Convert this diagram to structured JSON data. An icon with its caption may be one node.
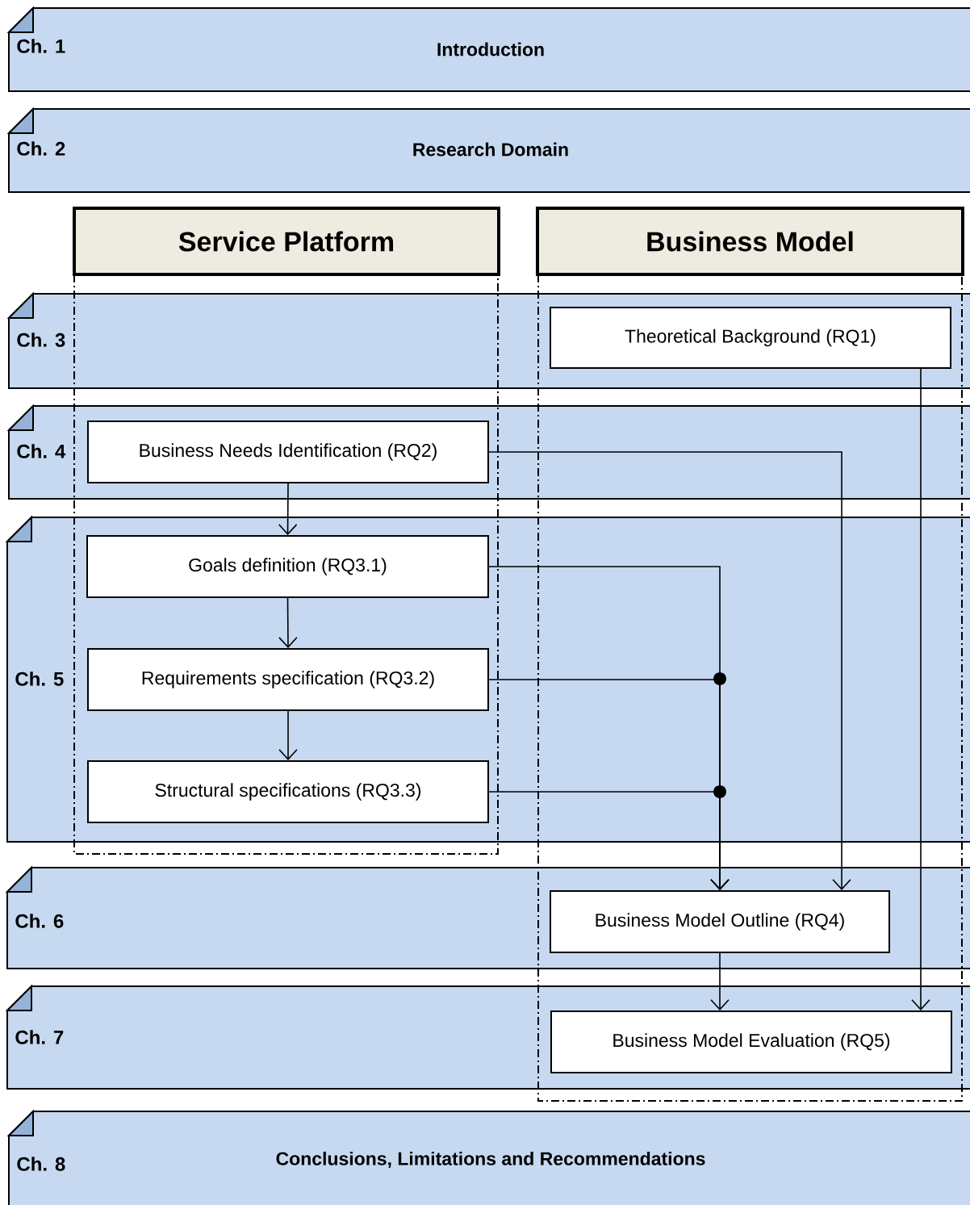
{
  "diagram": {
    "nodes": [
      {
        "text": [
          "Ch. 1",
          "Introduction"
        ]
      },
      {
        "text": [
          "Ch. 2",
          "Research Domain"
        ]
      },
      {
        "text": [
          "Service Platform"
        ]
      },
      {
        "text": [
          "Business Model"
        ]
      },
      {
        "text": [
          "Ch. 3"
        ]
      },
      {
        "text": [
          "Theoretical Background (RQ1)"
        ],
        "in": 4
      },
      {
        "text": [
          "Ch. 4"
        ]
      },
      {
        "text": [
          "Business Needs Identification (RQ2)"
        ],
        "in": 6
      },
      {
        "text": [
          "Ch. 5"
        ]
      },
      {
        "text": [
          "Goals definition (RQ3.1)"
        ],
        "in": 8
      },
      {
        "text": [
          "Requirements specification (RQ3.2)"
        ],
        "in": 8
      },
      {
        "text": [
          "Structural specifications (RQ3.3)"
        ],
        "in": 8
      },
      {
        "text": [
          "Ch. 6"
        ]
      },
      {
        "text": [
          "Business Model Outline (RQ4)"
        ],
        "in": 12
      },
      {
        "text": [
          "Ch. 7"
        ]
      },
      {
        "text": [
          "Business Model Evaluation (RQ5)"
        ],
        "in": 14
      },
      {
        "text": [
          "Ch. 8",
          "Conclusions, Limitations and Recommendations"
        ]
      }
    ],
    "edges": [
      {
        "from": 7,
        "to": 9,
        "arrow": "to"
      },
      {
        "from": 9,
        "to": 10,
        "arrow": "to"
      },
      {
        "from": 10,
        "to": 11,
        "arrow": "to"
      },
      {
        "from": 7,
        "to": 13,
        "arrow": "to"
      },
      {
        "from": 9,
        "to": 13,
        "arrow": "to"
      },
      {
        "from": 10,
        "to": 13,
        "arrow": "to"
      },
      {
        "from": 11,
        "to": 13,
        "arrow": "to"
      },
      {
        "from": 13,
        "to": 15,
        "arrow": "to"
      },
      {
        "from": 5,
        "to": 15,
        "arrow": "to"
      }
    ]
  }
}
